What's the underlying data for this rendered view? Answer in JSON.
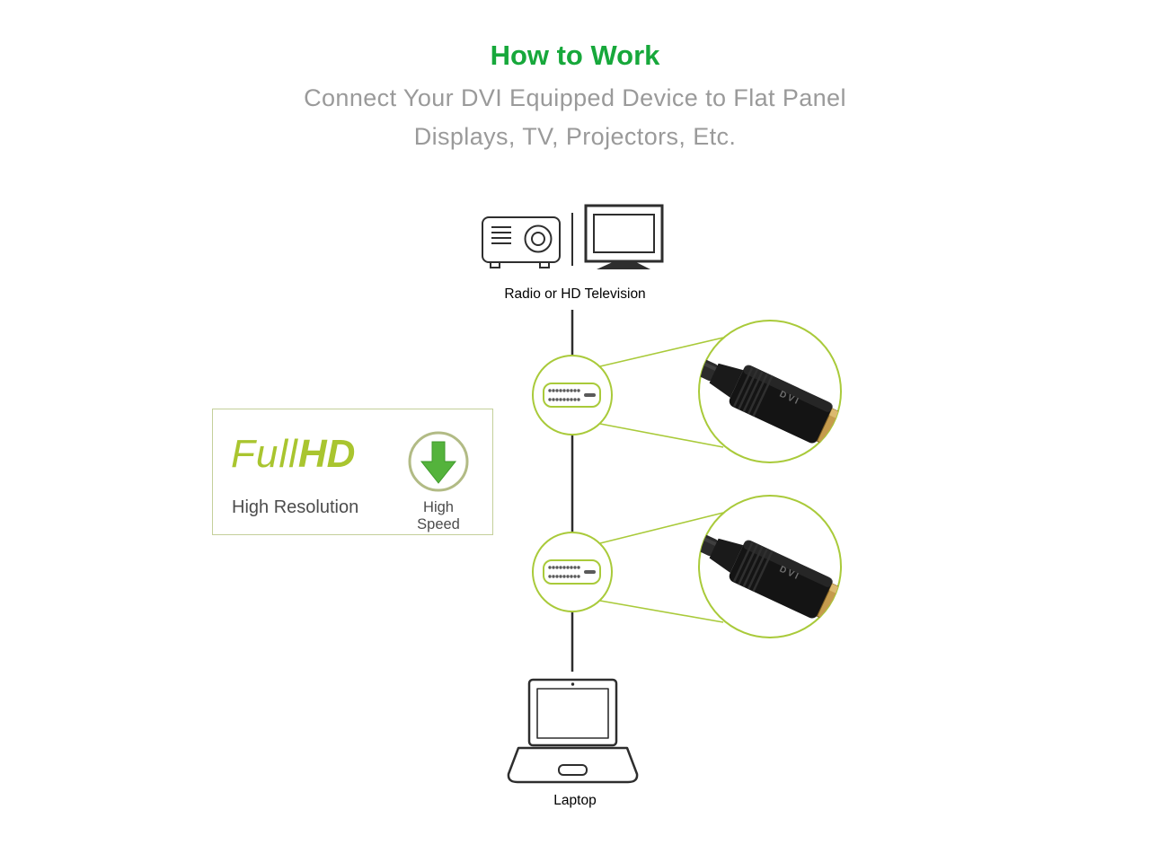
{
  "colors": {
    "title-green": "#17a83b",
    "subtitle-gray": "#9a9a9a",
    "accent-green": "#a9ca3a",
    "logo-green": "#a9c52f",
    "arrow-green": "#54b33c",
    "arrow-ring": "#b2bb85",
    "line-dark": "#2e2e2e",
    "text-dark": "#4c4c4c",
    "box-border": "#c4cf9a"
  },
  "header": {
    "title": "How to Work",
    "subtitle_line1": "Connect Your DVI Equipped Device to Flat Panel",
    "subtitle_line2": "Displays, TV, Projectors, Etc."
  },
  "diagram": {
    "display_label": "Radio or HD Television",
    "laptop_label": "Laptop",
    "connector_label": "DVI"
  },
  "feature_box": {
    "logo_full": "Full",
    "logo_hd": "HD",
    "resolution_label": "High Resolution",
    "speed_label": "High Speed"
  }
}
